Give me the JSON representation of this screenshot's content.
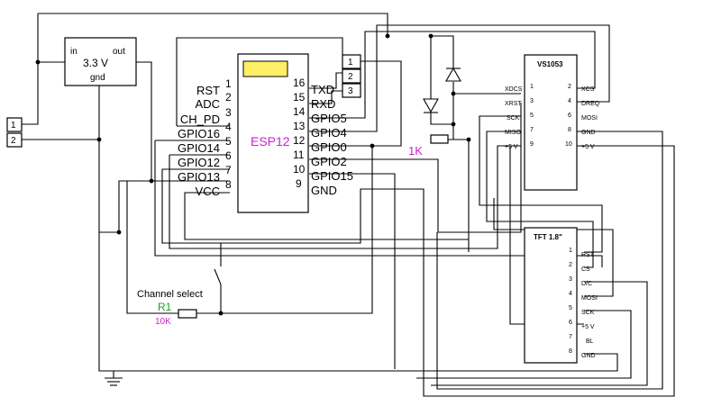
{
  "regulator": {
    "in": "in",
    "out": "out",
    "value": "3.3 V",
    "gnd": "gnd"
  },
  "power_connector": {
    "pins": [
      "1",
      "2"
    ]
  },
  "serial_connector": {
    "pins": [
      "1",
      "2",
      "3"
    ]
  },
  "esp12": {
    "name": "ESP12",
    "label_color": "#d020d0",
    "chip_color": "#ffee66",
    "left_pins": [
      {
        "label": "RST",
        "num": "1"
      },
      {
        "label": "ADC",
        "num": "2"
      },
      {
        "label": "CH_PD",
        "num": "3"
      },
      {
        "label": "GPIO16",
        "num": "4"
      },
      {
        "label": "GPIO14",
        "num": "5"
      },
      {
        "label": "GPIO12",
        "num": "6"
      },
      {
        "label": "GPIO13",
        "num": "7"
      },
      {
        "label": "VCC",
        "num": "8"
      }
    ],
    "right_pins": [
      {
        "label": "TXD",
        "num": "16"
      },
      {
        "label": "RXD",
        "num": "15"
      },
      {
        "label": "GPIO5",
        "num": "14"
      },
      {
        "label": "GPIO4",
        "num": "13"
      },
      {
        "label": "GPIO0",
        "num": "12"
      },
      {
        "label": "GPIO2",
        "num": "11"
      },
      {
        "label": "GPIO15",
        "num": "10"
      },
      {
        "label": "GND",
        "num": "9"
      }
    ]
  },
  "vs1053": {
    "name": "VS1053",
    "left_pins": [
      {
        "label": "XDCS",
        "num": "1"
      },
      {
        "label": "XRST",
        "num": "3"
      },
      {
        "label": "SCK",
        "num": "5"
      },
      {
        "label": "MISO",
        "num": "7"
      },
      {
        "label": "+5 V",
        "num": "9"
      }
    ],
    "right_pins": [
      {
        "label": "XCS",
        "num": "2"
      },
      {
        "label": "DREQ",
        "num": "4"
      },
      {
        "label": "MOSI",
        "num": "6"
      },
      {
        "label": "GND",
        "num": "8"
      },
      {
        "label": "+5 V",
        "num": "10"
      }
    ]
  },
  "tft": {
    "name": "TFT 1.8\"",
    "pins": [
      {
        "label": "RST",
        "num": "1"
      },
      {
        "label": "CS",
        "num": "2"
      },
      {
        "label": "D/C",
        "num": "3"
      },
      {
        "label": "MOSI",
        "num": "4"
      },
      {
        "label": "SCK",
        "num": "5"
      },
      {
        "label": "+5 V",
        "num": "6"
      },
      {
        "label": "BL",
        "num": "7"
      },
      {
        "label": "GND",
        "num": "8"
      }
    ]
  },
  "resistor_1k": {
    "label": "1K",
    "color": "#d020d0"
  },
  "channel_select": {
    "label": "Channel select"
  },
  "r1": {
    "name": "R1",
    "name_color": "#20a020",
    "value": "10K",
    "value_color": "#d020d0"
  }
}
